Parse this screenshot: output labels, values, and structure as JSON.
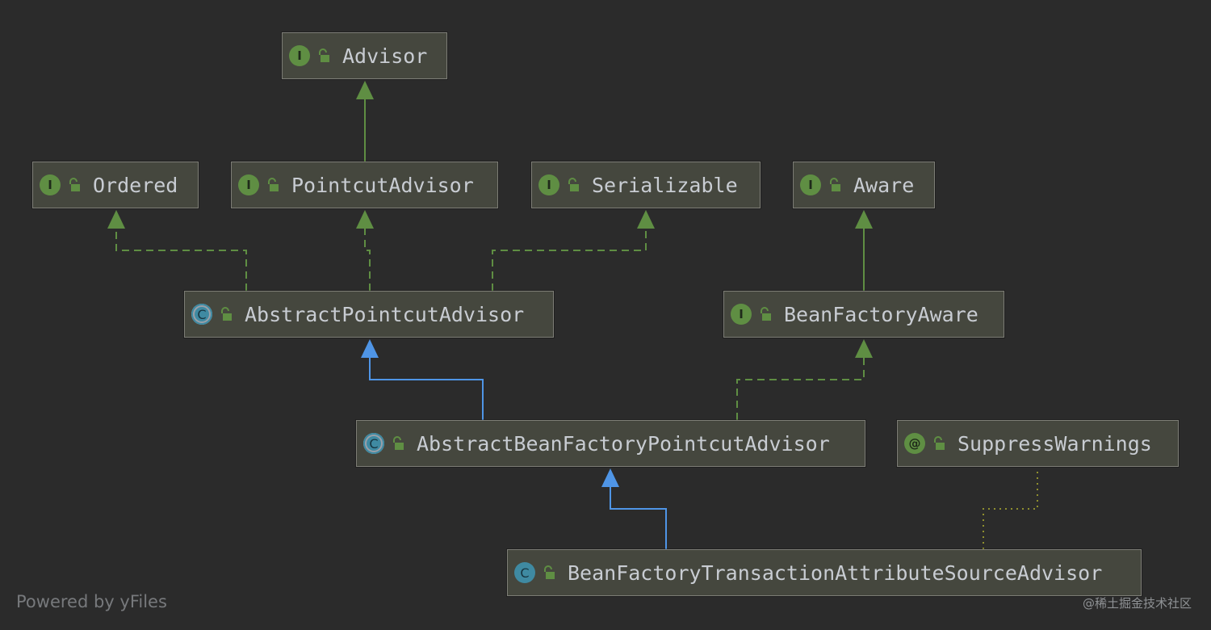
{
  "nodes": {
    "advisor": {
      "name": "Advisor",
      "kind": "interface",
      "badge": "I"
    },
    "ordered": {
      "name": "Ordered",
      "kind": "interface",
      "badge": "I"
    },
    "pointcut_advisor": {
      "name": "PointcutAdvisor",
      "kind": "interface",
      "badge": "I"
    },
    "serializable": {
      "name": "Serializable",
      "kind": "interface",
      "badge": "I"
    },
    "aware": {
      "name": "Aware",
      "kind": "interface",
      "badge": "I"
    },
    "abstract_pointcut_advisor": {
      "name": "AbstractPointcutAdvisor",
      "kind": "abstract-class",
      "badge": "C"
    },
    "bean_factory_aware": {
      "name": "BeanFactoryAware",
      "kind": "interface",
      "badge": "I"
    },
    "abstract_bean_factory_pointcut_advisor": {
      "name": "AbstractBeanFactoryPointcutAdvisor",
      "kind": "abstract-class",
      "badge": "C"
    },
    "suppress_warnings": {
      "name": "SuppressWarnings",
      "kind": "annotation",
      "badge": "@"
    },
    "bean_factory_transaction_attribute_source_advisor": {
      "name": "BeanFactoryTransactionAttributeSourceAdvisor",
      "kind": "class",
      "badge": "C"
    }
  },
  "relations": [
    {
      "from": "PointcutAdvisor",
      "to": "Advisor",
      "type": "interface-extends"
    },
    {
      "from": "AbstractPointcutAdvisor",
      "to": "Ordered",
      "type": "implements"
    },
    {
      "from": "AbstractPointcutAdvisor",
      "to": "PointcutAdvisor",
      "type": "implements"
    },
    {
      "from": "AbstractPointcutAdvisor",
      "to": "Serializable",
      "type": "implements"
    },
    {
      "from": "BeanFactoryAware",
      "to": "Aware",
      "type": "interface-extends"
    },
    {
      "from": "AbstractBeanFactoryPointcutAdvisor",
      "to": "AbstractPointcutAdvisor",
      "type": "class-extends"
    },
    {
      "from": "AbstractBeanFactoryPointcutAdvisor",
      "to": "BeanFactoryAware",
      "type": "implements"
    },
    {
      "from": "BeanFactoryTransactionAttributeSourceAdvisor",
      "to": "AbstractBeanFactoryPointcutAdvisor",
      "type": "class-extends"
    },
    {
      "from": "BeanFactoryTransactionAttributeSourceAdvisor",
      "to": "SuppressWarnings",
      "type": "annotated-with"
    }
  ],
  "colors": {
    "background": "#2b2b2b",
    "node_fill": "#45473e",
    "node_border": "#7d7d76",
    "interface_badge": "#5f8e43",
    "class_badge": "#3f8aa2",
    "extends_interface_edge": "#5f8e43",
    "implements_edge": "#5f8e43",
    "class_extends_edge": "#4f95e6",
    "annotation_edge": "#8f8f2f",
    "text": "#c8ccd2"
  },
  "footer": {
    "text": "Powered by yFiles"
  },
  "watermark": {
    "text": "@稀土掘金技术社区"
  }
}
